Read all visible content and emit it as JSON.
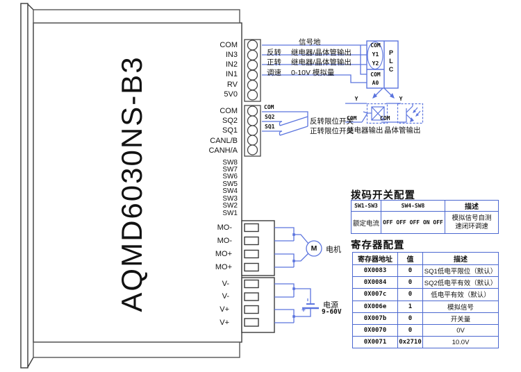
{
  "colors": {
    "wire_blue": "#5b74de",
    "table_blue": "#4a67d0",
    "outline_gray": "#3a3a3a"
  },
  "module": {
    "model": "AQMD6030NS-B3"
  },
  "terminals": {
    "group1": [
      "COM",
      "IN3",
      "IN2",
      "IN1",
      "RV",
      "5V0"
    ],
    "group2": [
      "COM",
      "SQ2",
      "SQ1",
      "CANL/B",
      "CANH/A"
    ],
    "dip": [
      "SW8",
      "SW7",
      "SW6",
      "SW5",
      "SW4",
      "SW3",
      "SW2",
      "SW1"
    ],
    "motor_out": [
      "MO-",
      "MO-",
      "MO+",
      "MO+"
    ],
    "power_in": [
      "V-",
      "V-",
      "V+",
      "V+"
    ]
  },
  "signal_wiring": {
    "ground_label": "信号地",
    "rows": [
      {
        "name": "反转",
        "desc": "继电器/晶体管输出"
      },
      {
        "name": "正转",
        "desc": "继电器/晶体管输出"
      },
      {
        "name": "调速",
        "desc": "0-10V 模拟量"
      }
    ]
  },
  "plc": {
    "upper_pins": [
      "COM",
      "Y1",
      "Y2"
    ],
    "lower_pins": [
      "COM",
      "A0"
    ],
    "letters": [
      "P",
      "L",
      "C"
    ]
  },
  "output_types": {
    "relay": {
      "pin_top": "Y",
      "pin_bottom": "COM",
      "label": "继电器输出"
    },
    "transistor": {
      "pin_top": "Y",
      "pin_bottom": "COM",
      "label": "晶体管输出"
    }
  },
  "limit_switch": {
    "com": "COM",
    "rows": [
      {
        "pin": "SQ2",
        "desc": "反转限位开关"
      },
      {
        "pin": "SQ1",
        "desc": "正转限位开关"
      }
    ]
  },
  "motor": {
    "symbol": "M",
    "label": "电机"
  },
  "power": {
    "label": "电源",
    "range": "9-60V",
    "plus": "+"
  },
  "dip_table": {
    "title": "拨码开关配置",
    "headers": [
      "SW1-SW3",
      "SW4-SW8",
      "描述"
    ],
    "rows": [
      [
        "额定电流",
        "OFF OFF OFF ON OFF",
        "模拟信号自测\n速闭环调速"
      ]
    ]
  },
  "register_table": {
    "title": "寄存器配置",
    "headers": [
      "寄存器地址",
      "值",
      "描述"
    ],
    "rows": [
      [
        "0X0083",
        "0",
        "SQ1低电平限位（默认）"
      ],
      [
        "0X0084",
        "0",
        "SQ2低电平有效（默认）"
      ],
      [
        "0X007c",
        "0",
        "低电平有效（默认）"
      ],
      [
        "0X006e",
        "1",
        "模拟信号"
      ],
      [
        "0X007b",
        "0",
        "开关量"
      ],
      [
        "0X0070",
        "0",
        "0V"
      ],
      [
        "0X0071",
        "0x2710",
        "10.0V"
      ]
    ]
  }
}
